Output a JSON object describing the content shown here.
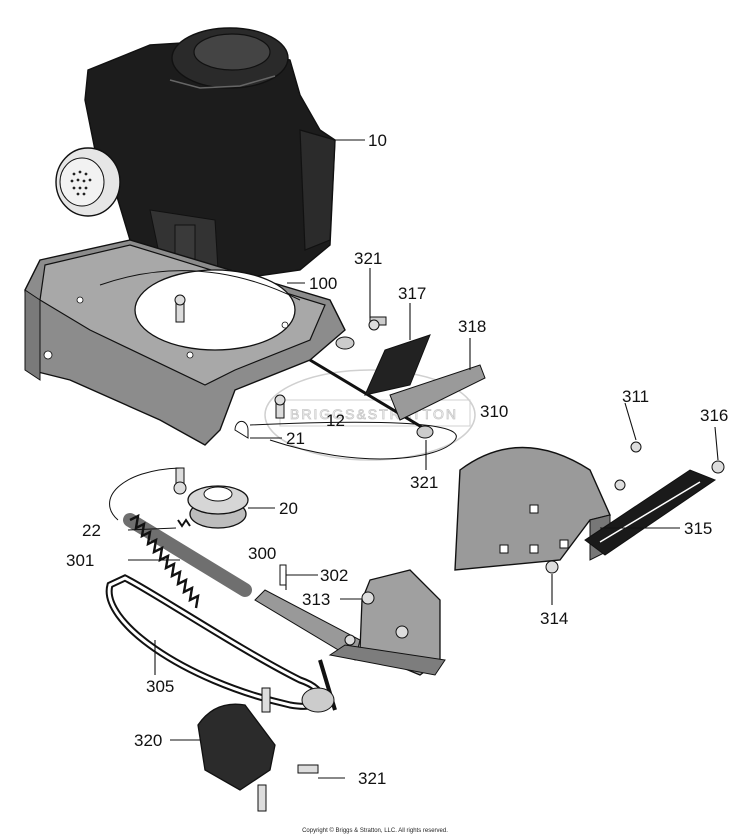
{
  "diagram": {
    "callouts": {
      "c10": "10",
      "c100": "100",
      "c321a": "321",
      "c317": "317",
      "c318": "318",
      "c12": "12",
      "c21": "21",
      "c321b": "321",
      "c310": "310",
      "c311": "311",
      "c316": "316",
      "c20": "20",
      "c22": "22",
      "c315": "315",
      "c301": "301",
      "c300": "300",
      "c302": "302",
      "c313": "313",
      "c314": "314",
      "c305": "305",
      "c320": "320",
      "c321c": "321"
    },
    "watermark": "BRIGGS&STRATTON",
    "copyright": "Copyright © Briggs & Stratton, LLC. All rights reserved."
  },
  "colors": {
    "engine": "#1a1a1a",
    "metal": "#8e8e8e",
    "metal_light": "#b5b5b5",
    "line": "#111111"
  }
}
